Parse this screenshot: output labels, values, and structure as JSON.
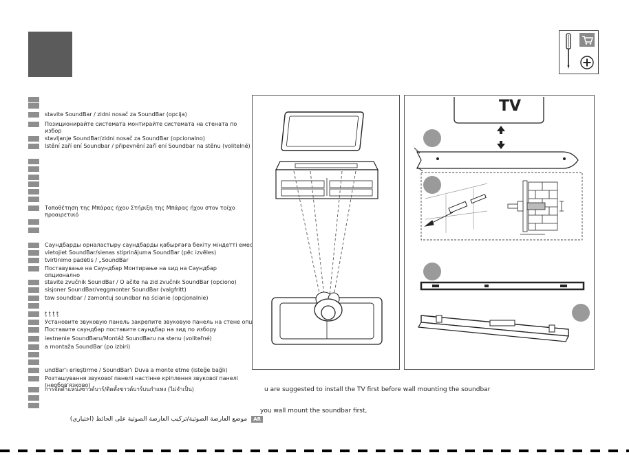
{
  "languages": [
    {
      "text": ""
    },
    {
      "text": ""
    },
    {
      "text": "stavite SoundBar / zidni nosač za SoundBar (opcija)"
    },
    {
      "text": "Позиционирайте системата монтирайте системата на стената по избор"
    },
    {
      "text": "stavljanje SoundBar/zidni nosač za SoundBar (opcionalno)"
    },
    {
      "text": "Istění zaří ení Soundbar / připevnění zaří ení Soundbar na stěnu (volitelné)"
    },
    {
      "text": ""
    },
    {
      "text": ""
    },
    {
      "text": ""
    },
    {
      "text": ""
    },
    {
      "text": ""
    },
    {
      "text": ""
    },
    {
      "text": "Τοποθέτηση της Μπάρας ήχου Στήριξη της Μπάρας ήχου στον τοίχο προαιρετικό"
    },
    {
      "text": ""
    },
    {
      "text": ""
    },
    {
      "text": "Саундбарды орналастыру саундбарды қабырғаға бекіту міндетті емес"
    },
    {
      "text": "vietojiet SoundBar/sienas stiprinājuma SoundBar (pēc izvēles)"
    },
    {
      "text": "tvirtinimo padėtis / „SoundBar"
    },
    {
      "text": "Поставување на Саундбар Монтирање на ѕид на Саундбар опционално"
    },
    {
      "text": "stavite zvučnik SoundBar / O ačite na zid zvučnik SoundBar (opciono)"
    },
    {
      "text": "sisjoner SoundBar/veggmonter SoundBar (valgfritt)"
    },
    {
      "text": "taw soundbar / zamontuj soundbar na ścianie (opcjonalnie)"
    },
    {
      "text": ""
    },
    {
      "text": "ț ț ț ț"
    },
    {
      "text": "Установите звуковую панель закрепите звуковую панель на стене опция"
    },
    {
      "text": "Поставите саундбар поставите саундбар на зид по избору"
    },
    {
      "text": "iestnenie SoundBaru/Montáž SoundBaru na stenu (voliteľné)"
    },
    {
      "text": "a montaža SoundBar (po izbiri)"
    },
    {
      "text": ""
    },
    {
      "text": ""
    },
    {
      "text": "undBar'ı erleştirme / SoundBar'ı Duva a monte etme (isteğe bağlı)"
    },
    {
      "text": "Розташування звукової панелі настінне кріплення звукової панелі (необов'язково)"
    },
    {
      "text": "การจัดตำแหน่งซาวด์บาร์/ติดตั้งซาวด์บาร์บนกำแพง (ไม่จำเป็น)"
    },
    {
      "text": ""
    },
    {
      "text": ""
    }
  ],
  "arabic": {
    "text": "موضع العارضة الصوتية/تركيب العارضة الصوتية على الحائط (اختياري)",
    "badge": "AR"
  },
  "tv_label": "TV",
  "notes": {
    "line1": "u are suggested to install the TV first before wall mounting the soundbar",
    "line2": "you wall mount the soundbar first,"
  },
  "colors": {
    "chip": "#8e8e8e",
    "block": "#5b5b5b",
    "circle": "#9a9a9a",
    "line": "#222222"
  },
  "icons": [
    "screwdriver-icon",
    "cart-icon",
    "phillips-screw-icon"
  ]
}
